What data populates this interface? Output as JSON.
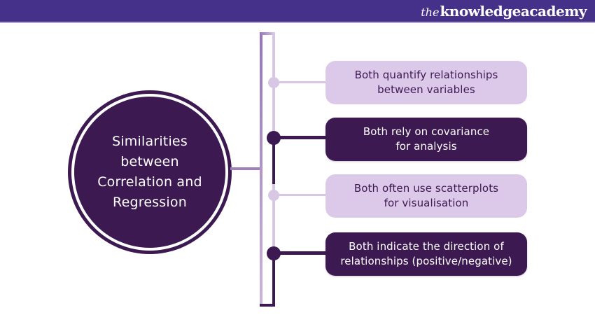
{
  "header": {
    "logo_prefix": "the",
    "logo_text": "knowledgeacademy",
    "background_color": "#45318A",
    "divider_color": "#B4A2D3"
  },
  "diagram": {
    "title": "Similarities\nbetween\nCorrelation and\nRegression",
    "items": [
      {
        "text": "Both quantify relationships\nbetween variables",
        "variant": "light"
      },
      {
        "text": "Both rely on covariance\nfor analysis",
        "variant": "dark"
      },
      {
        "text": "Both often use scatterplots\nfor visualisation",
        "variant": "light"
      },
      {
        "text": "Both indicate the direction of\nrelationships (positive/negative)",
        "variant": "dark"
      }
    ],
    "colors": {
      "dark_purple": "#3D1952",
      "light_lavender": "#DCC8E8",
      "line_light": "#D8C6E5",
      "line_medium": "#9F80BC",
      "text_on_dark": "#FFFFFF"
    }
  }
}
